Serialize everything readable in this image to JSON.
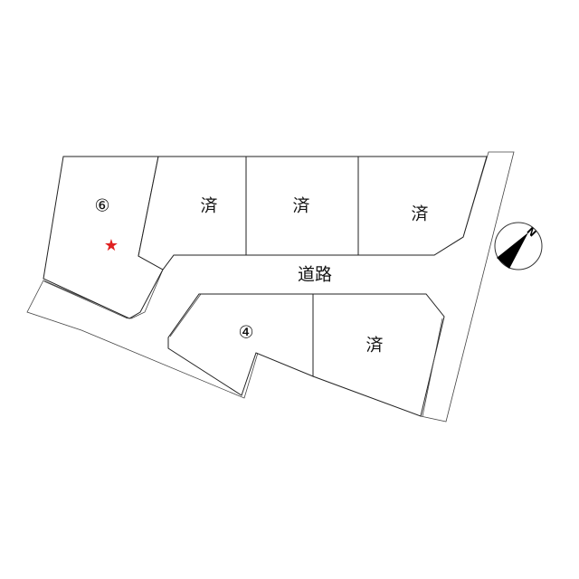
{
  "diagram": {
    "type": "subdivision-plot-map",
    "road_label": "道路",
    "lots": [
      {
        "id": "lot-6",
        "label": "⑥",
        "status": "available",
        "marked": true
      },
      {
        "id": "lot-top-2",
        "label": "済",
        "status": "sold"
      },
      {
        "id": "lot-top-3",
        "label": "済",
        "status": "sold"
      },
      {
        "id": "lot-top-4",
        "label": "済",
        "status": "sold"
      },
      {
        "id": "lot-4",
        "label": "④",
        "status": "available"
      },
      {
        "id": "lot-bottom-right",
        "label": "済",
        "status": "sold"
      }
    ],
    "marker": {
      "symbol": "★",
      "color": "#e02020",
      "lot": "lot-6"
    },
    "compass": {
      "label": "N"
    }
  }
}
